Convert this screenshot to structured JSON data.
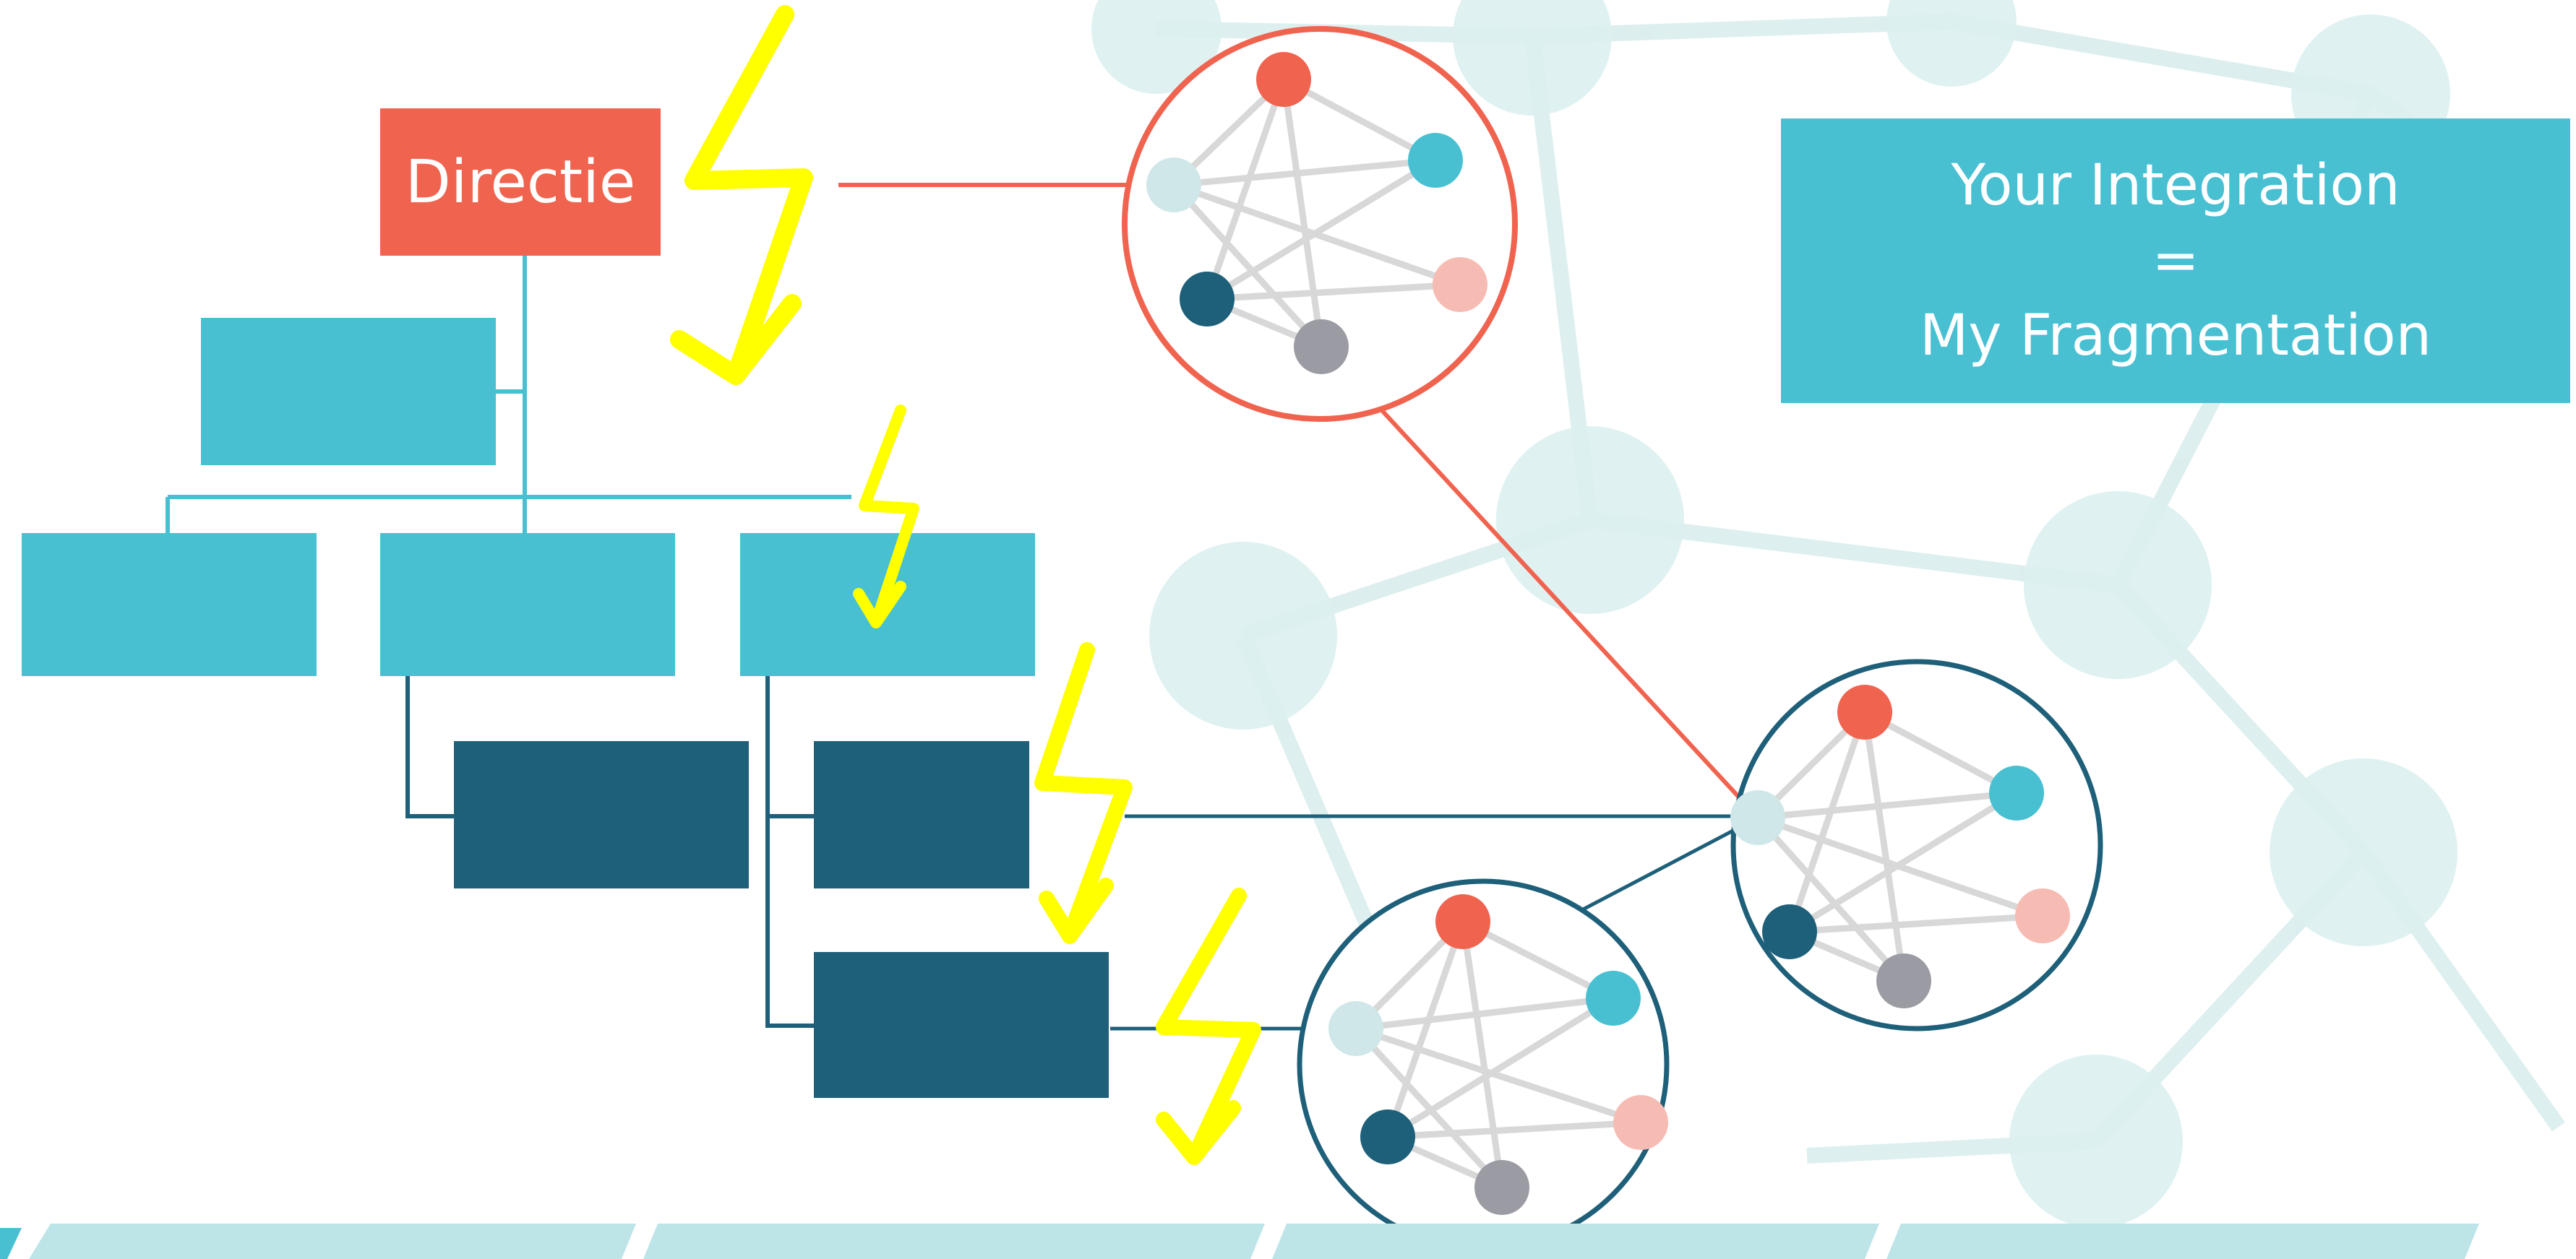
{
  "org_chart": {
    "top_box": {
      "label": "Directie",
      "color": "#f0634f"
    },
    "tier_color_light": "#48c0d2",
    "tier_color_dark": "#1e5f79"
  },
  "callout": {
    "line1": "Your Integration",
    "line2": "=",
    "line3": "My Fragmentation",
    "background": "#48c0d2"
  },
  "colors": {
    "network_red": "#f0634f",
    "network_teal": "#48c0d2",
    "network_dark": "#1e5f79",
    "network_pink": "#f6bcb4",
    "network_gray": "#9b9ba3",
    "network_pale": "#cfe7e8",
    "lightning": "#ffff00",
    "background_network": "#dcefef"
  },
  "icons": [
    "lightning-bolt-icon",
    "network-cluster-icon"
  ]
}
